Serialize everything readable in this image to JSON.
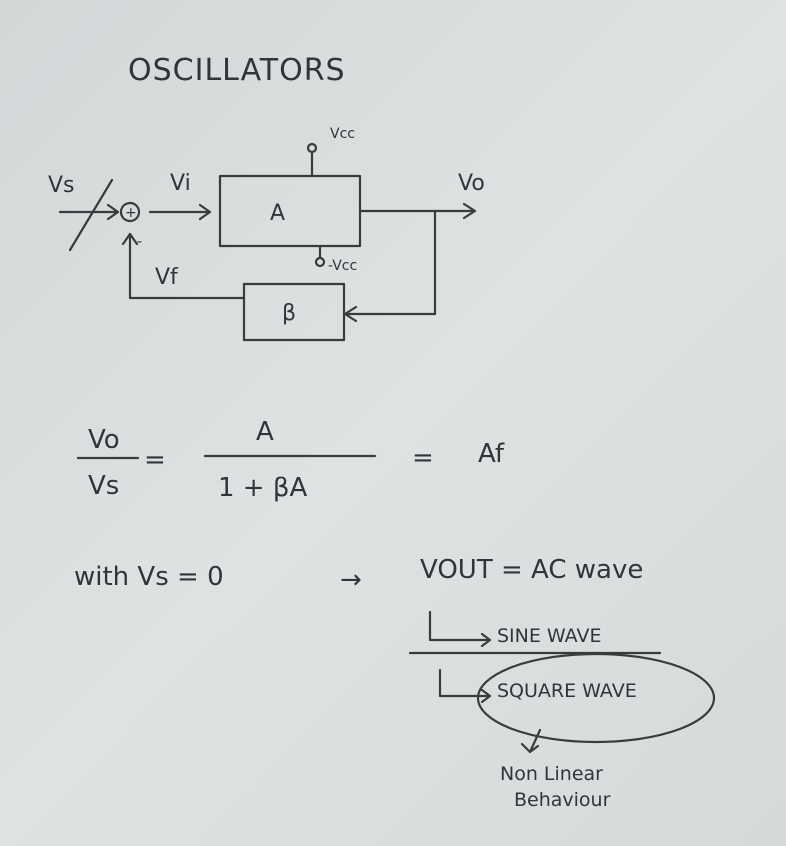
{
  "title": "OSCILLATORS",
  "block_diagram": {
    "vcc": "Vcc",
    "neg_vcc": "-Vcc",
    "input": "Vs",
    "summer_sign_plus": "+",
    "summer_sign_minus": "-",
    "vi": "Vi",
    "amplifier": "A",
    "output": "Vo",
    "feedback_signal": "Vf",
    "feedback_block": "β"
  },
  "equation": {
    "lhs_num": "Vo",
    "lhs_den": "Vs",
    "eq1": "=",
    "rhs_num": "A",
    "rhs_den": "1 + βA",
    "eq2": "=",
    "result": "Af"
  },
  "condition": {
    "text": "with Vs = 0",
    "arrow": "→",
    "result": "VOUT = AC wave"
  },
  "branches": [
    {
      "label": "SINE WAVE"
    },
    {
      "label": "SQUARE WAVE"
    }
  ],
  "note": {
    "line1": "Non Linear",
    "line2": "Behaviour"
  }
}
